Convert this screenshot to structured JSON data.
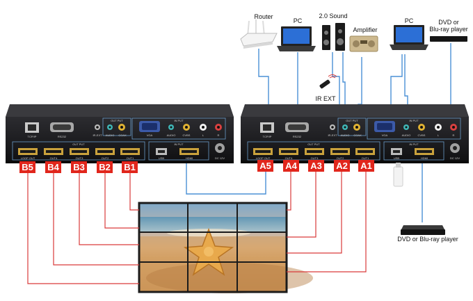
{
  "devices": {
    "router": "Router",
    "pc_top": "PC",
    "sound": "2.0 Sound",
    "amplifier": "Amplifier",
    "pc_right": "PC",
    "dvd_top": "DVD or\nBlu-ray player",
    "ir_ext": "IR EXT",
    "dvd_bottom": "DVD or Blu-ray player"
  },
  "ports": {
    "tcpip": "TCP/IP",
    "rs232": "RS232",
    "out_put": "OUT PUT",
    "in_put": "IN PUT",
    "ir_ext": "IR-EXT",
    "audio": "AUDIO",
    "coax": "COAX",
    "vga": "VGA",
    "cvbs": "CVBS",
    "usb": "USB",
    "hdmi": "HDMI",
    "dc": "DC 12V",
    "loop_out": "LOOP OUT",
    "out4": "OUT4",
    "out3": "OUT3",
    "out2": "OUT2",
    "out1": "OUT1",
    "l": "L",
    "r": "R"
  },
  "left_tags": [
    "B5",
    "B4",
    "B3",
    "B2",
    "B1"
  ],
  "right_tags": [
    "A5",
    "A4",
    "A3",
    "A2",
    "A1"
  ],
  "colors": {
    "red_wire": "#d93a3a",
    "blue_wire": "#4a90d6",
    "tag_bg": "#e1261c",
    "device_body": "#1d1d1f"
  }
}
